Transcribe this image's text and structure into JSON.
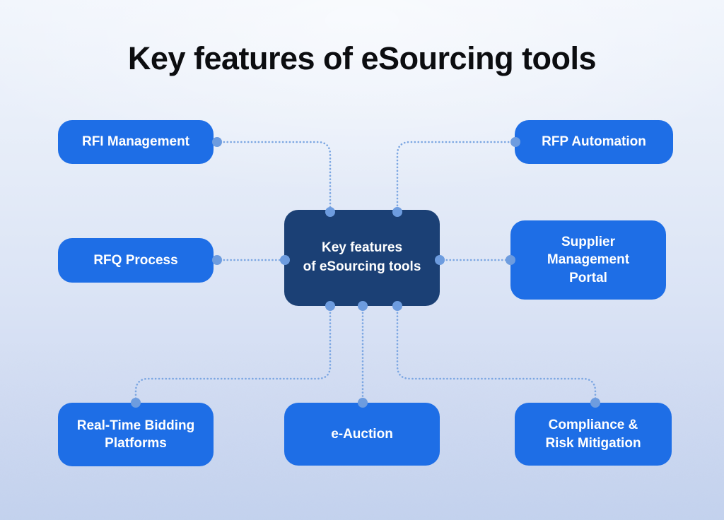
{
  "title": "Key features of eSourcing tools",
  "center": {
    "label": "Key features\nof eSourcing tools"
  },
  "nodes": [
    {
      "id": "rfi",
      "label": "RFI Management"
    },
    {
      "id": "rfp",
      "label": "RFP Automation"
    },
    {
      "id": "rfq",
      "label": "RFQ Process"
    },
    {
      "id": "supplier",
      "label": "Supplier\nManagement\nPortal"
    },
    {
      "id": "realtime",
      "label": "Real-Time Bidding\nPlatforms"
    },
    {
      "id": "eauction",
      "label": "e-Auction"
    },
    {
      "id": "compliance",
      "label": "Compliance &\nRisk Mitigation"
    }
  ],
  "connections": [
    {
      "from": "rfi",
      "to": "center"
    },
    {
      "from": "rfp",
      "to": "center"
    },
    {
      "from": "rfq",
      "to": "center"
    },
    {
      "from": "center",
      "to": "supplier"
    },
    {
      "from": "center",
      "to": "realtime"
    },
    {
      "from": "center",
      "to": "eauction"
    },
    {
      "from": "center",
      "to": "compliance"
    }
  ],
  "colors": {
    "node_fill": "#1e6ee6",
    "center_fill": "#1b4075",
    "node_text": "#ffffff",
    "title_text": "#0c0d10",
    "dot": "#6d9cdf",
    "line": "#7ba6e2",
    "bg_top": "#f1f5fc",
    "bg_bottom": "#c3d2ee"
  }
}
